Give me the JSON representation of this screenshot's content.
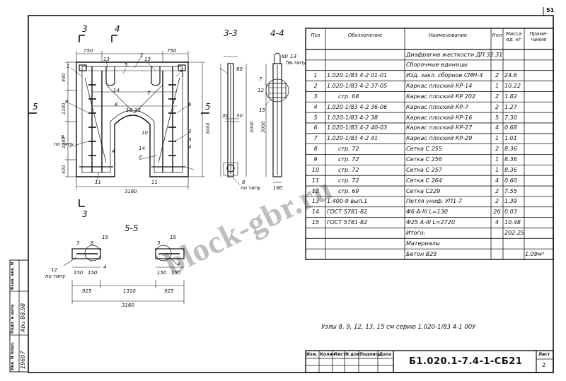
{
  "page_number": "51",
  "sheet": "2",
  "sheet_label": "Лист",
  "drawing_code": "Б1.020.1-7.4-1-СБ21",
  "note": "Узлы 8, 9, 12, 13, 15 см серию 1.020-1/83 4-1 00У",
  "watermark": "block-gbr.ru",
  "stamp_headers": [
    "Изм.",
    "Колич",
    "Лист",
    "N док.",
    "Подпись",
    "Дата"
  ],
  "side_stamp": {
    "inv_podl": "Инв. N подл.",
    "podp_data": "Подп. и дата",
    "vzam_inv": "Взам. инв. N",
    "inv_number": "19697",
    "sign": "Abu 88.98"
  },
  "views": {
    "front": {
      "section_marks": [
        "3",
        "4",
        "5",
        "5",
        "3"
      ],
      "dims_top": [
        "750",
        "750"
      ],
      "dims_left": [
        "440",
        "1100",
        "1180",
        "430"
      ],
      "dim_right": "3000",
      "dim_bottom": "3160",
      "callouts": [
        "1",
        "13",
        "2",
        "5",
        "13",
        "3",
        "14",
        "8",
        "12",
        "15",
        "7",
        "6",
        "1",
        "6",
        "3",
        "10",
        "3",
        "4",
        "14",
        "2",
        "4",
        "11",
        "11"
      ],
      "callout_9": "9",
      "callout_tip": "по типу"
    },
    "section_3_3": {
      "title": "3-3",
      "dims": [
        "80",
        "30",
        "30",
        "3000"
      ],
      "callout": "8",
      "callout_tip": "по типу"
    },
    "section_4_4": {
      "title": "4-4",
      "dims": [
        "80",
        "3000",
        "160"
      ],
      "callouts": [
        "13",
        "7",
        "12",
        "15"
      ],
      "callout_tip": "по типу"
    },
    "section_5_5": {
      "title": "5-5",
      "dims": [
        "925",
        "1310",
        "925",
        "3160",
        "150",
        "150",
        "150",
        "150"
      ],
      "callouts": [
        "3",
        "8",
        "15",
        "4",
        "3",
        "15",
        "4",
        "12"
      ],
      "callout_tip": "по типу"
    }
  },
  "spec_table": {
    "headers": [
      "Поз",
      "Обозначение",
      "Наименование",
      "Кол",
      "Масса ед. кг",
      "Приме-чание"
    ],
    "rows": [
      {
        "pos": "",
        "code": "",
        "name": "Диафрагма жесткости ДП 32.31",
        "qty": "",
        "mass": "",
        "note": ""
      },
      {
        "pos": "",
        "code": "",
        "name": "Сборочные единицы",
        "qty": "",
        "mass": "",
        "note": ""
      },
      {
        "pos": "1",
        "code": "1.020-1/83 4-2 01-01",
        "name": "Изд. закл. сборное СМН-4",
        "qty": "2",
        "mass": "24.6",
        "note": ""
      },
      {
        "pos": "2",
        "code": "1.020-1/83 4-2 37-05",
        "name": "Каркас плоский КР-14",
        "qty": "1",
        "mass": "10.22",
        "note": ""
      },
      {
        "pos": "3",
        "code": "стр. 68",
        "name": "Каркас плоский КР 202",
        "qty": "2",
        "mass": "1.82",
        "note": ""
      },
      {
        "pos": "4",
        "code": "1.020-1/83 4-2 36-06",
        "name": "Каркас плоский КР-7",
        "qty": "2",
        "mass": "1.27",
        "note": ""
      },
      {
        "pos": "5",
        "code": "1.020-1/83 4-2 38",
        "name": "Каркас плоский КР-16",
        "qty": "5",
        "mass": "7.30",
        "note": ""
      },
      {
        "pos": "6",
        "code": "1.020-1/83 4-2 40-03",
        "name": "Каркас плоский КР-27",
        "qty": "4",
        "mass": "0.68",
        "note": ""
      },
      {
        "pos": "7",
        "code": "1.020-1/83 4-2 41",
        "name": "Каркас плоский КР-29",
        "qty": "1",
        "mass": "1.01",
        "note": ""
      },
      {
        "pos": "8",
        "code": "стр. 72",
        "name": "Сетка С 255",
        "qty": "2",
        "mass": "8.36",
        "note": ""
      },
      {
        "pos": "9",
        "code": "стр. 72",
        "name": "Сетка С 256",
        "qty": "1",
        "mass": "8.36",
        "note": ""
      },
      {
        "pos": "10",
        "code": "стр. 72",
        "name": "Сетка С 257",
        "qty": "1",
        "mass": "8.36",
        "note": ""
      },
      {
        "pos": "11",
        "code": "стр. 72",
        "name": "Сетка С 264",
        "qty": "4",
        "mass": "0.60",
        "note": ""
      },
      {
        "pos": "12",
        "code": "стр. 69",
        "name": "Сетка С229",
        "qty": "2",
        "mass": "7.55",
        "note": ""
      },
      {
        "pos": "13",
        "code": "1.400-9 вып.1",
        "name": "Петля униф. УП1-7",
        "qty": "2",
        "mass": "1.39",
        "note": ""
      },
      {
        "pos": "14",
        "code": "ГОСТ 5781-82",
        "name": "Ф6 А-III  L=130",
        "qty": "26",
        "mass": "0.03",
        "note": ""
      },
      {
        "pos": "15",
        "code": "ГОСТ 5781-82",
        "name": "Ф25 А-III  L=2720",
        "qty": "4",
        "mass": "10.48",
        "note": ""
      },
      {
        "pos": "",
        "code": "",
        "name": "Итого:",
        "qty": "",
        "mass": "202.25",
        "note": ""
      },
      {
        "pos": "",
        "code": "",
        "name": "Материалы",
        "qty": "",
        "mass": "",
        "note": ""
      },
      {
        "pos": "",
        "code": "",
        "name": "Бетон В25",
        "qty": "",
        "mass": "",
        "note": "1.09м³"
      }
    ]
  }
}
